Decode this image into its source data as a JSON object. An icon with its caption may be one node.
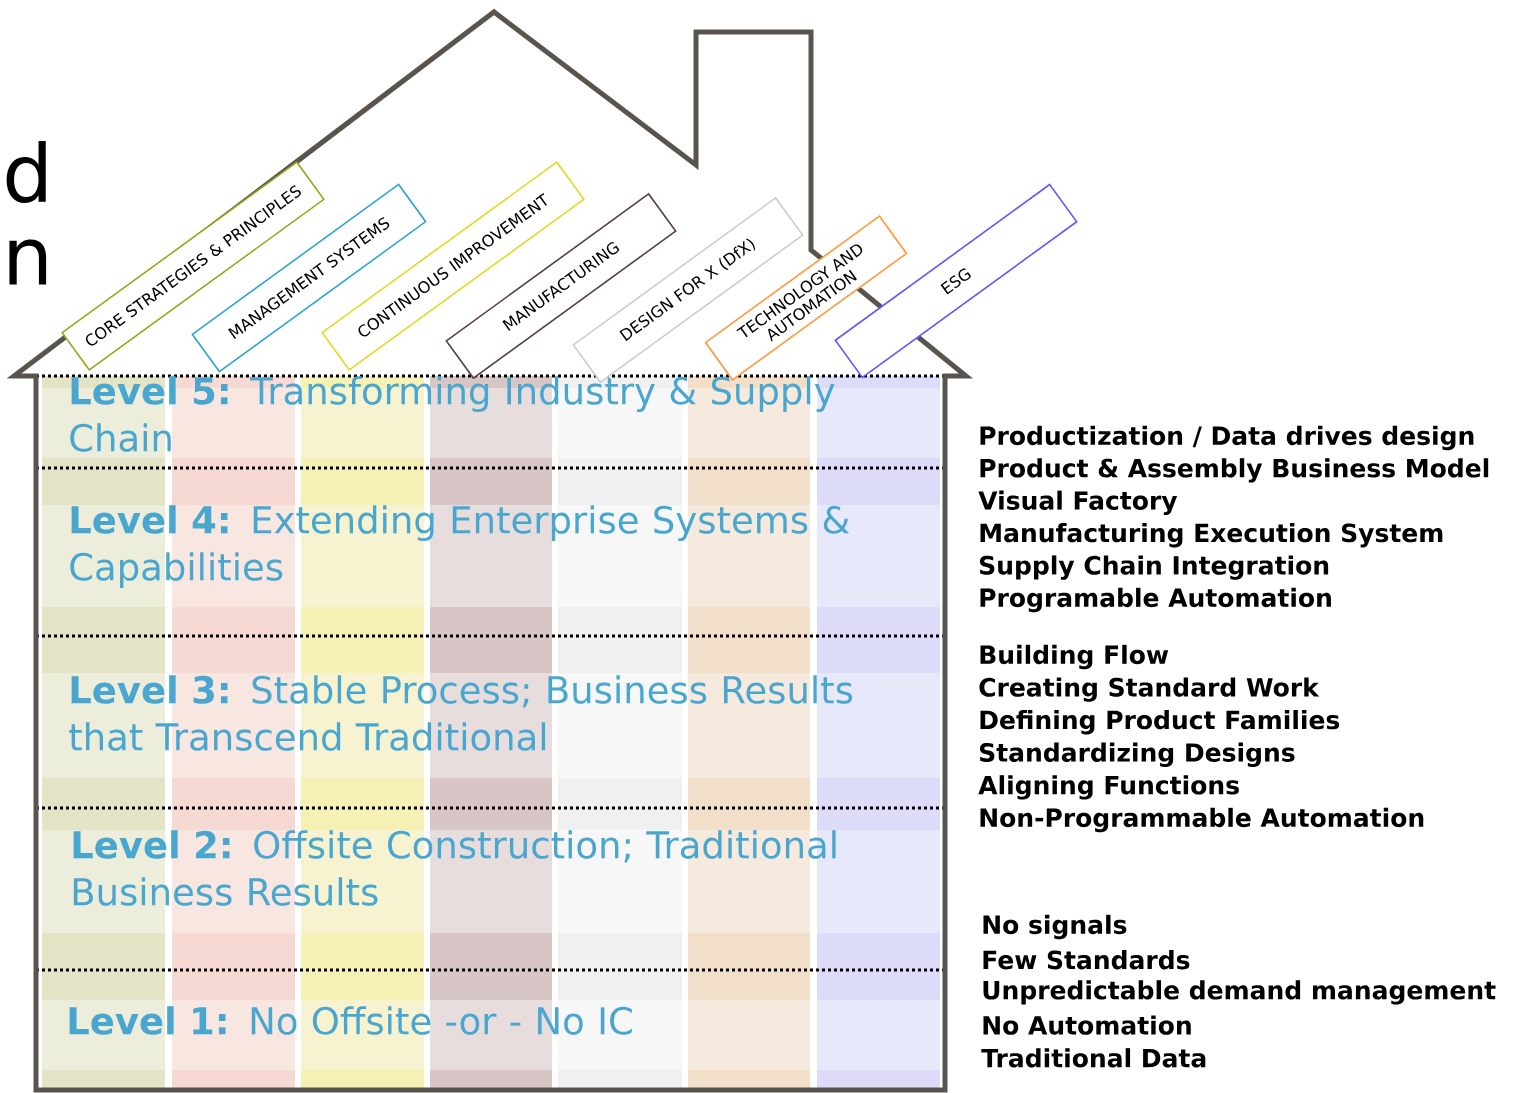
{
  "diagram": {
    "nodes": [
      {
        "text": [
          "CORE STRATEGIES & PRINCIPLES"
        ]
      },
      {
        "text": [
          "MANAGEMENT SYSTEMS"
        ]
      },
      {
        "text": [
          "CONTINUOUS IMPROVEMENT"
        ]
      },
      {
        "text": [
          "MANUFACTURING"
        ]
      },
      {
        "text": [
          "DESIGN FOR X (DfX)"
        ]
      },
      {
        "text": [
          "TECHNOLOGY AND AUTOMATION"
        ]
      },
      {
        "text": [
          "ESG"
        ]
      },
      {
        "text": [
          "**Level 5:** Transforming Industry & Supply Chain"
        ]
      },
      {
        "text": [
          "**Level 4:** Extending Enterprise Systems & Capabilities"
        ]
      },
      {
        "text": [
          "**Level 3:** Stable Process; Business Results that Transcend Traditional"
        ]
      },
      {
        "text": [
          "**Level 2:** Offsite Construction; Traditional Business Results"
        ]
      },
      {
        "text": [
          "**Level 1:** No Offsite  -or - No IC"
        ]
      }
    ],
    "edges": [],
    "labels": [
      "d",
      "n",
      "Productization / Data drives design",
      "Product & Assembly Business Model",
      "Visual Factory",
      "Manufacturing Execution System",
      "Supply Chain Integration",
      "Programable Automation",
      "Building Flow",
      "Creating Standard Work",
      "Defining Product Families",
      "Standardizing Designs",
      "Aligning Functions",
      "Non-Programmable Automation",
      "No signals",
      "Few Standards",
      "Unpredictable demand management",
      "No Automation",
      "Traditional Data"
    ]
  }
}
